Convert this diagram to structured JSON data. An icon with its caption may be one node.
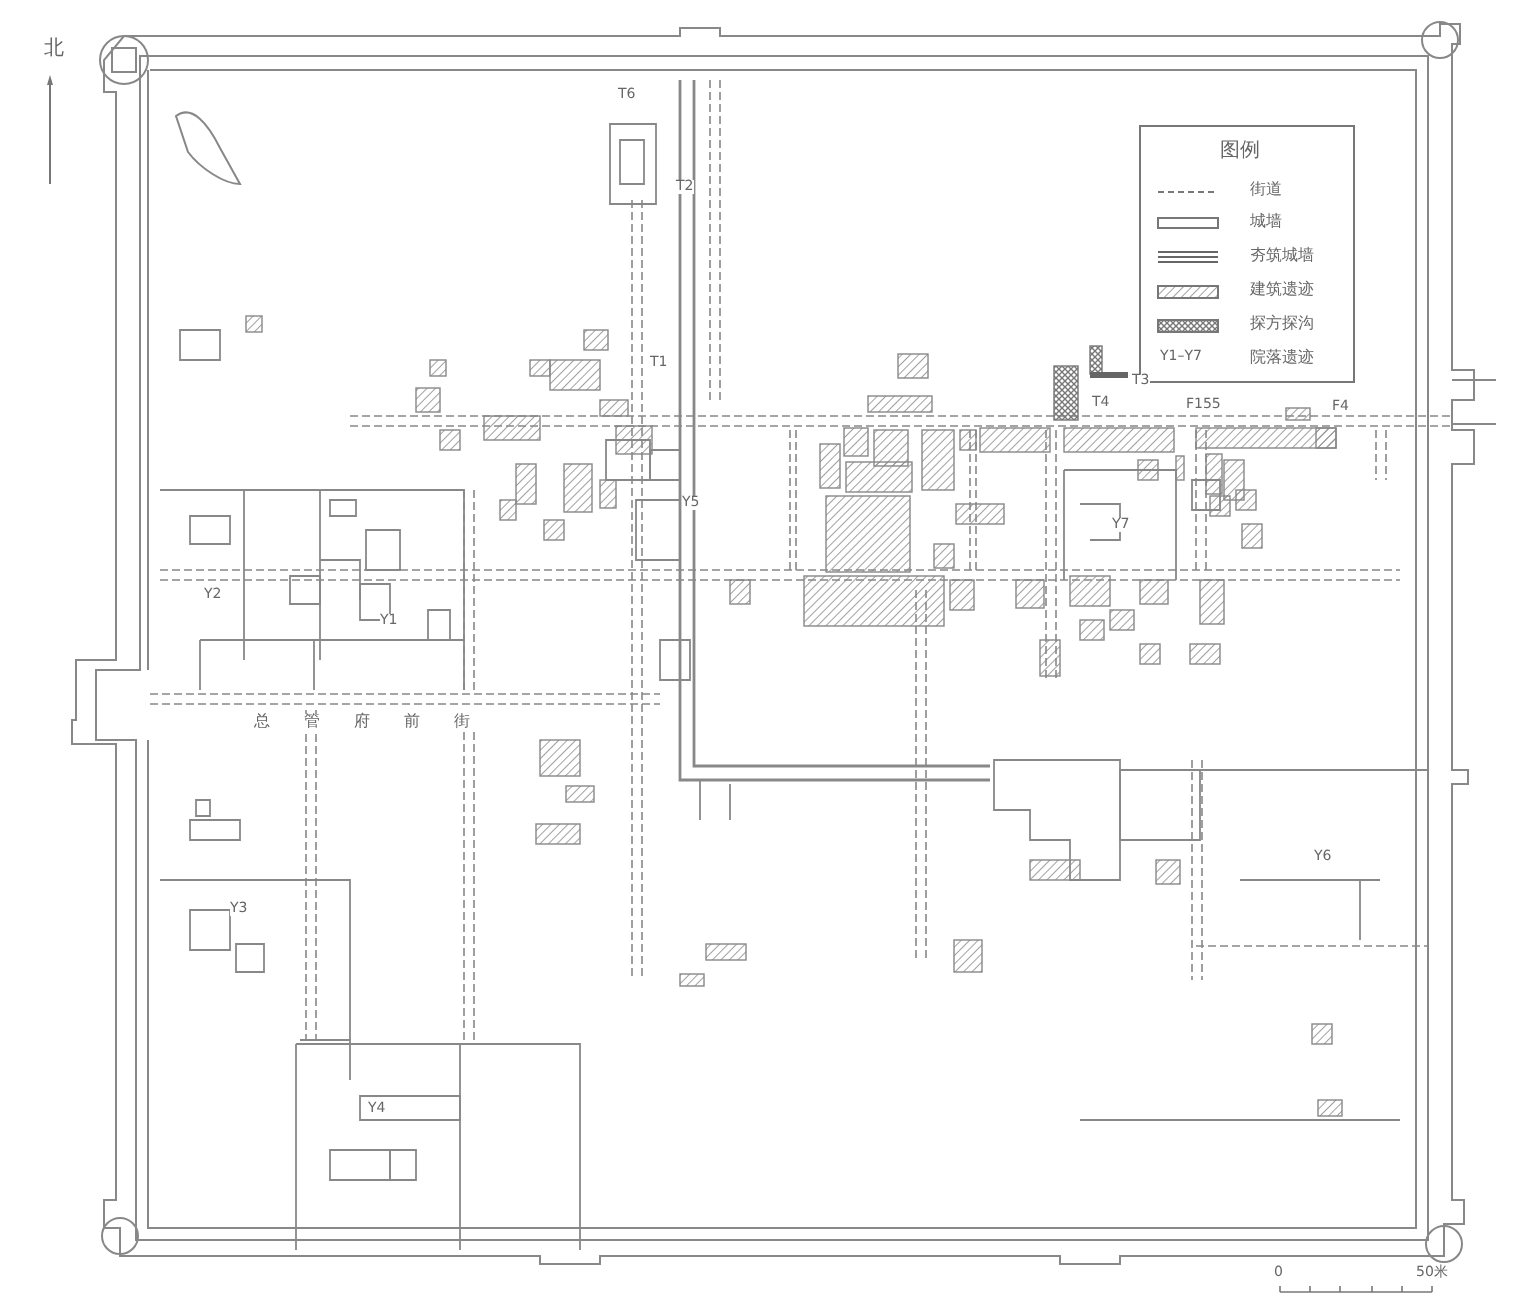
{
  "diagram": {
    "labels": [
      "北",
      "图例",
      "T6",
      "T2",
      "T1",
      "T3",
      "T4",
      "F155",
      "F4",
      "Y5",
      "Y7",
      "Y2",
      "Y1",
      "总管府前街",
      "Y3",
      "Y6",
      "Y4",
      "Y1–Y7",
      "0",
      "50米"
    ],
    "legend": [
      {
        "text": "街道"
      },
      {
        "text": "城墙"
      },
      {
        "text": "夯筑城墙"
      },
      {
        "text": "建筑遗迹"
      },
      {
        "text": "探方探沟"
      },
      {
        "text": "院落遗迹"
      }
    ]
  }
}
